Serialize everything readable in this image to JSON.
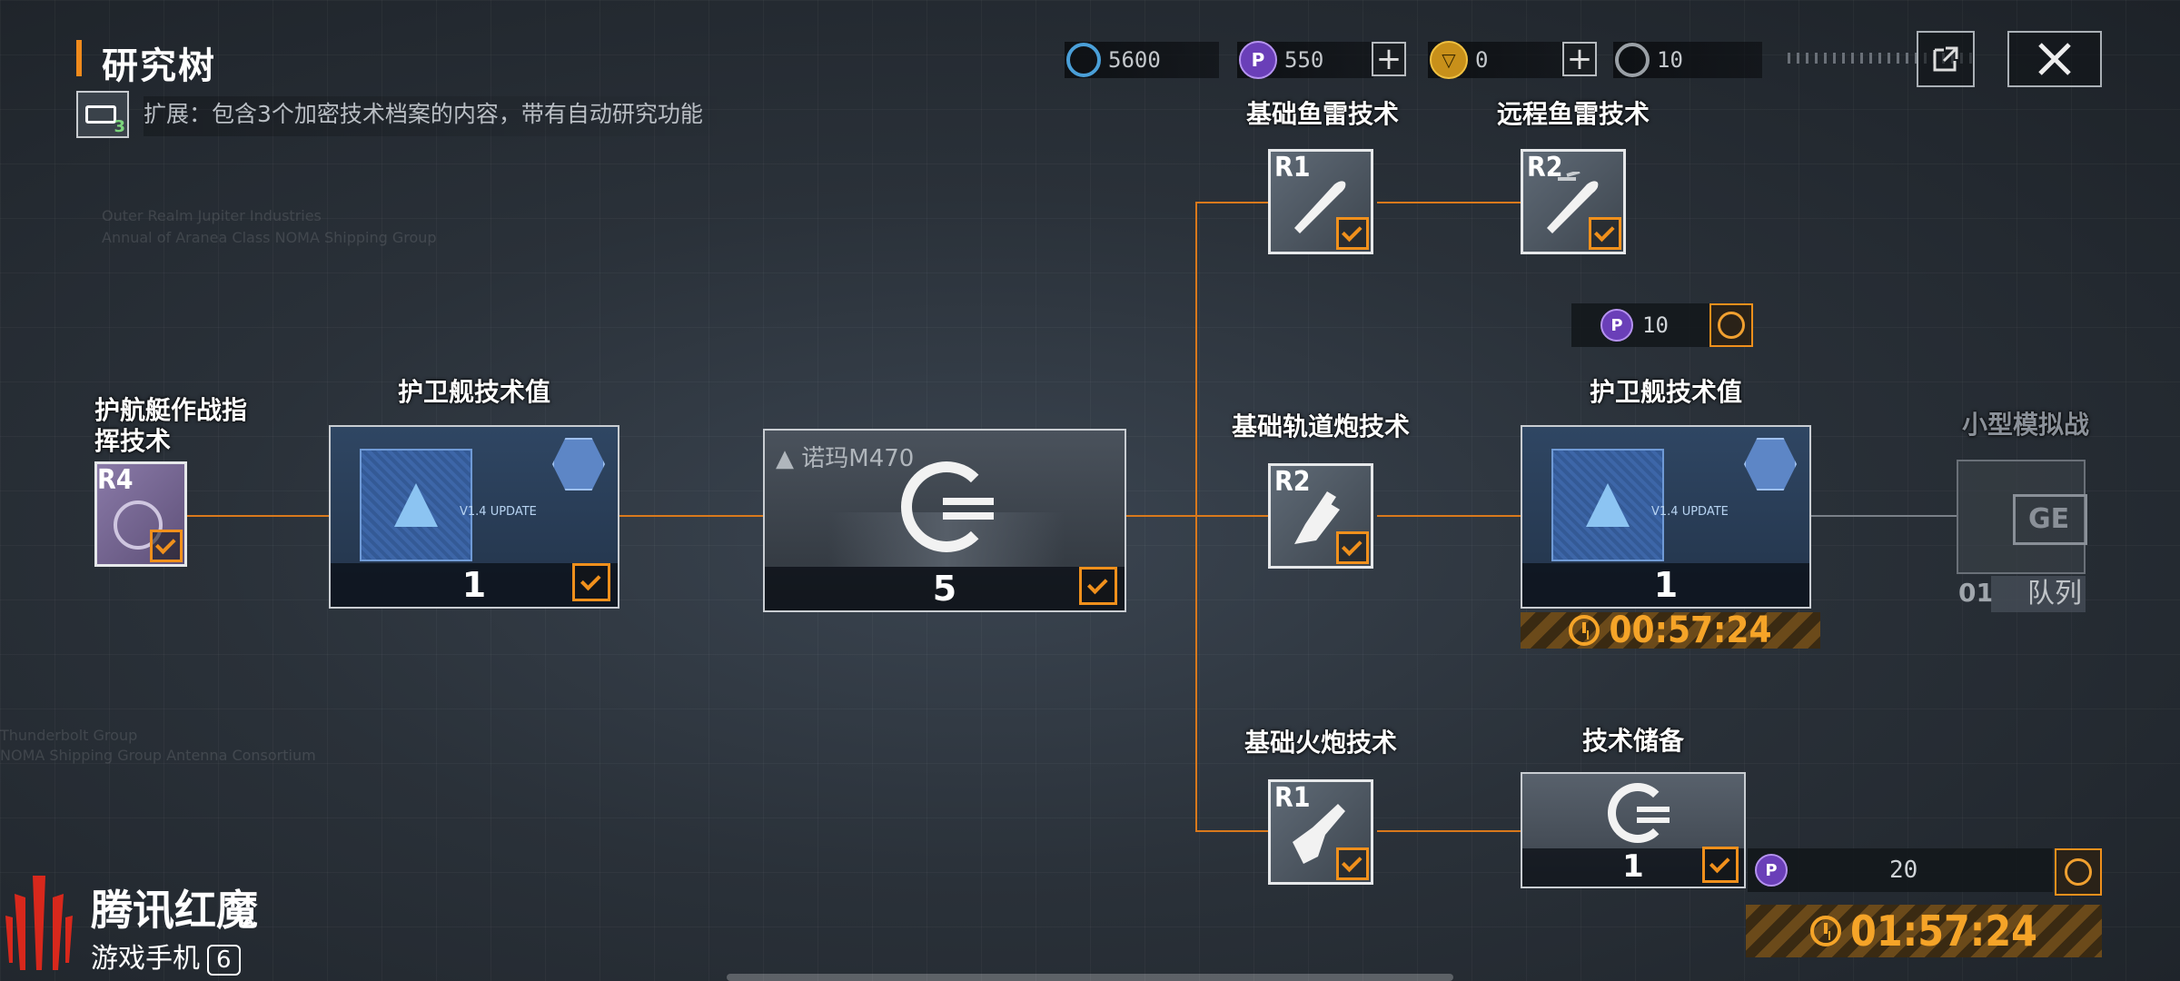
{
  "header": {
    "title": "研究树",
    "subtitle": "扩展：包含3个加密技术档案的内容，带有自动研究功能",
    "expansion_count": "3"
  },
  "currencies": [
    {
      "name": "credits",
      "value": "5600",
      "icon": "credits-icon",
      "color": "#4a9fd8"
    },
    {
      "name": "premium",
      "value": "550",
      "icon": "premium-p-icon",
      "color": "#8b5cd6"
    },
    {
      "name": "gold",
      "value": "0",
      "icon": "gold-coin-icon",
      "color": "#e8b020"
    },
    {
      "name": "tech-points",
      "value": "10",
      "icon": "tech-point-icon",
      "color": "#9aa0a6"
    }
  ],
  "nodes": {
    "left_partial": {
      "label_line1": "护航艇作战指",
      "label_line2": "挥技术",
      "rank": "R4"
    },
    "frigate_value_left": {
      "label": "护卫舰技术值",
      "count": "1",
      "tag": "V1.4 UPDATE"
    },
    "ship": {
      "name": "诺玛M470",
      "count": "5"
    },
    "basic_torpedo": {
      "label": "基础鱼雷技术",
      "rank": "R1"
    },
    "long_torpedo": {
      "label": "远程鱼雷技术",
      "rank": "R2"
    },
    "rail_gun": {
      "label": "基础轨道炮技术",
      "rank": "R2"
    },
    "basic_cannon": {
      "label": "基础火炮技术",
      "rank": "R1"
    },
    "frigate_value_right": {
      "label": "护卫舰技术值",
      "count": "1",
      "tag": "V1.4 UPDATE",
      "cost": "10",
      "timer": "00:57:24"
    },
    "tech_reserve": {
      "label": "技术储备",
      "count": "1",
      "cost": "20",
      "timer": "01:57:24"
    },
    "small_sim": {
      "label": "小型模拟战",
      "queue_num": "01",
      "queue_label": "队列",
      "code": "GE"
    }
  },
  "brand": {
    "name": "腾讯红魔",
    "sub": "游戏手机",
    "badge": "6"
  },
  "colors": {
    "accent": "#f08a1c",
    "line": "#d9791c",
    "timer": "#f5a428"
  }
}
